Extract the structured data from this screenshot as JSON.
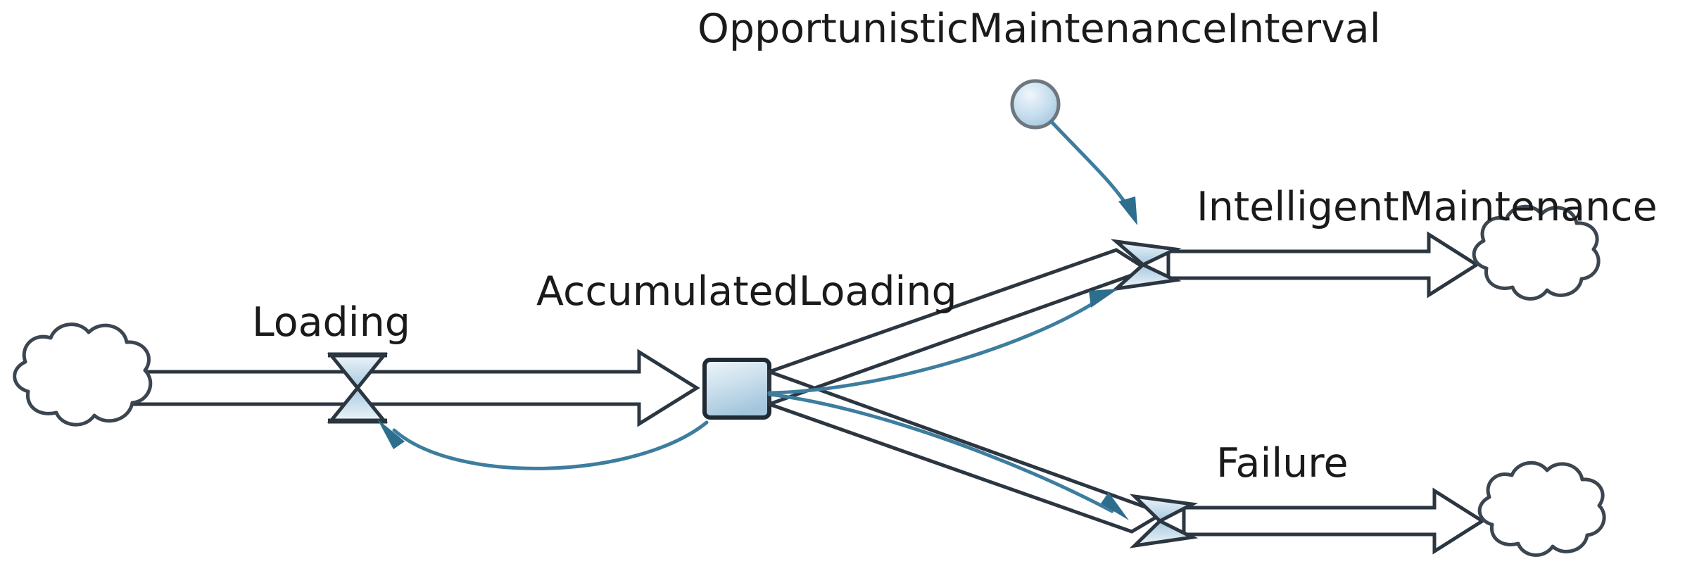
{
  "diagram": {
    "type": "stock-and-flow",
    "title": "",
    "background_color": "#ffffff",
    "colors": {
      "pipe_stroke": "#2b3640",
      "cloud_stroke": "#3c4650",
      "link_stroke": "#3d7d9e",
      "link_arrow": "#2d6e8e",
      "stock_fill_top": "#e8f2f8",
      "stock_fill_bottom": "#a9c9dd",
      "stock_stroke": "#1f2a33",
      "valve_fill_top": "#e4eff7",
      "valve_fill_bottom": "#a6c8de",
      "aux_fill_top": "#e2eef6",
      "aux_fill_bottom": "#a3c6dc",
      "aux_stroke": "#6c7780",
      "label_color": "#1a1a1a"
    },
    "labels": {
      "opportunistic_maintenance_interval": "OpportunisticMaintenanceInterval",
      "intelligent_maintenance": "IntelligentMaintenance",
      "accumulated_loading": "AccumulatedLoading",
      "loading": "Loading",
      "failure": "Failure"
    },
    "nodes": [
      {
        "id": "source-cloud-left",
        "kind": "cloud",
        "label": ""
      },
      {
        "id": "loading-valve",
        "kind": "valve",
        "label": "Loading"
      },
      {
        "id": "accumulated-loading",
        "kind": "stock",
        "label": "AccumulatedLoading"
      },
      {
        "id": "opportunistic-interval",
        "kind": "auxiliary",
        "label": "OpportunisticMaintenanceInterval"
      },
      {
        "id": "intelligent-valve",
        "kind": "valve",
        "label": "IntelligentMaintenance"
      },
      {
        "id": "failure-valve",
        "kind": "valve",
        "label": "Failure"
      },
      {
        "id": "sink-cloud-maintenance",
        "kind": "cloud",
        "label": ""
      },
      {
        "id": "sink-cloud-failure",
        "kind": "cloud",
        "label": ""
      }
    ],
    "flows": [
      {
        "id": "flow-loading",
        "from": "source-cloud-left",
        "to": "accumulated-loading",
        "valve": "loading-valve"
      },
      {
        "id": "flow-maintenance",
        "from": "accumulated-loading",
        "to": "sink-cloud-maintenance",
        "valve": "intelligent-valve"
      },
      {
        "id": "flow-failure",
        "from": "accumulated-loading",
        "to": "sink-cloud-failure",
        "valve": "failure-valve"
      }
    ],
    "links": [
      {
        "id": "link-interval-to-maintenance",
        "from": "opportunistic-interval",
        "to": "intelligent-valve"
      },
      {
        "id": "link-stock-to-loading",
        "from": "accumulated-loading",
        "to": "loading-valve"
      },
      {
        "id": "link-stock-to-maintenance",
        "from": "accumulated-loading",
        "to": "intelligent-valve"
      },
      {
        "id": "link-stock-to-failure",
        "from": "accumulated-loading",
        "to": "failure-valve"
      }
    ]
  }
}
